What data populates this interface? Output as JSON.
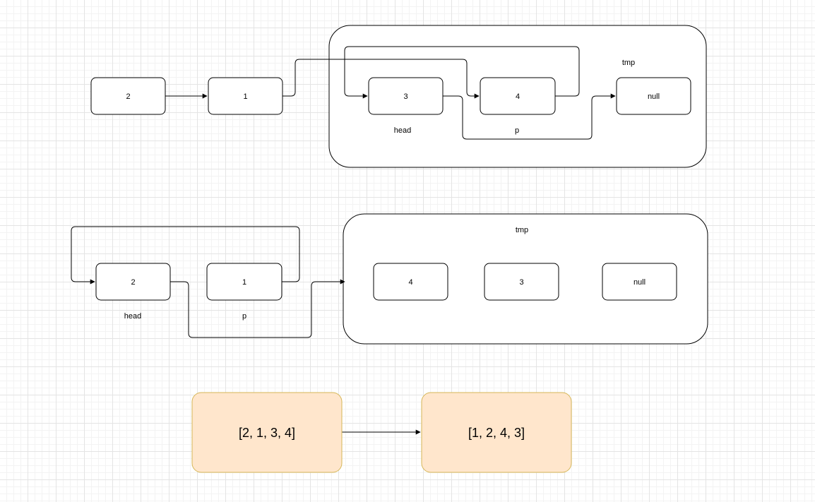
{
  "diagram1": {
    "group_label": "tmp",
    "nodes": [
      "2",
      "1",
      "3",
      "4",
      "null"
    ],
    "labels": {
      "head": "head",
      "p": "p"
    }
  },
  "diagram2": {
    "group_label": "tmp",
    "nodes": [
      "2",
      "1",
      "4",
      "3",
      "null"
    ],
    "labels": {
      "head": "head",
      "p": "p"
    }
  },
  "summary": {
    "input": "[2, 1, 3, 4]",
    "output": "[1, 2, 4, 3]"
  },
  "colors": {
    "result_fill": "#ffe6cc",
    "result_stroke": "#d6b656"
  }
}
